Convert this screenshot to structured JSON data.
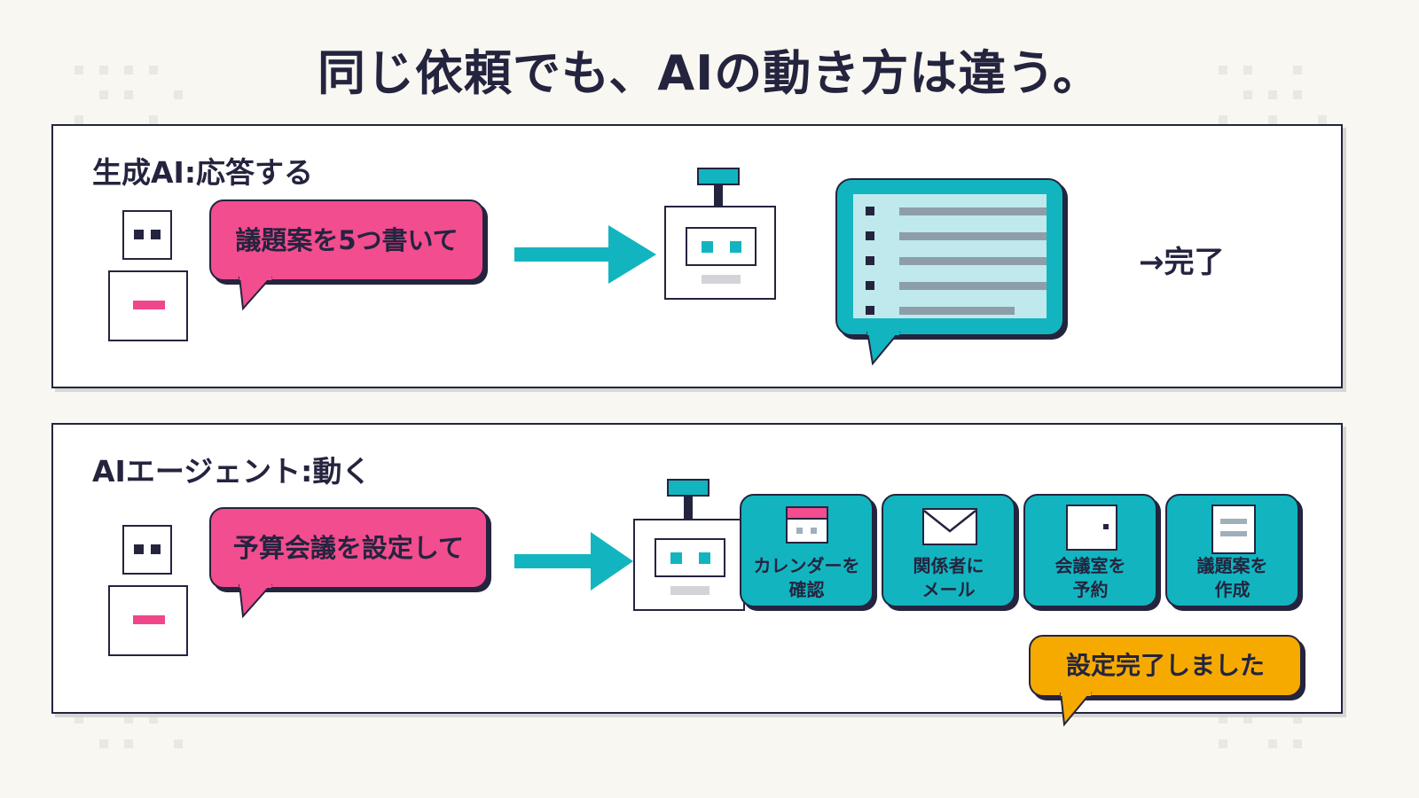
{
  "title": "同じ依頼でも、AIの動き方は違う。",
  "generative": {
    "label": "生成AI:応答する",
    "request": "議題案を5つ書いて",
    "result": "→完了"
  },
  "agent": {
    "label": "AIエージェント:動く",
    "request": "予算会議を設定して",
    "tasks": [
      {
        "line1": "カレンダーを",
        "line2": "確認",
        "icon": "calendar-icon"
      },
      {
        "line1": "関係者に",
        "line2": "メール",
        "icon": "envelope-icon"
      },
      {
        "line1": "会議室を",
        "line2": "予約",
        "icon": "door-icon"
      },
      {
        "line1": "議題案を",
        "line2": "作成",
        "icon": "document-icon"
      }
    ],
    "result": "設定完了しました"
  },
  "colors": {
    "navy": "#24243f",
    "pink": "#f24d8e",
    "teal": "#12b5bf",
    "orange": "#f6aa00",
    "background": "#f8f7f1"
  }
}
